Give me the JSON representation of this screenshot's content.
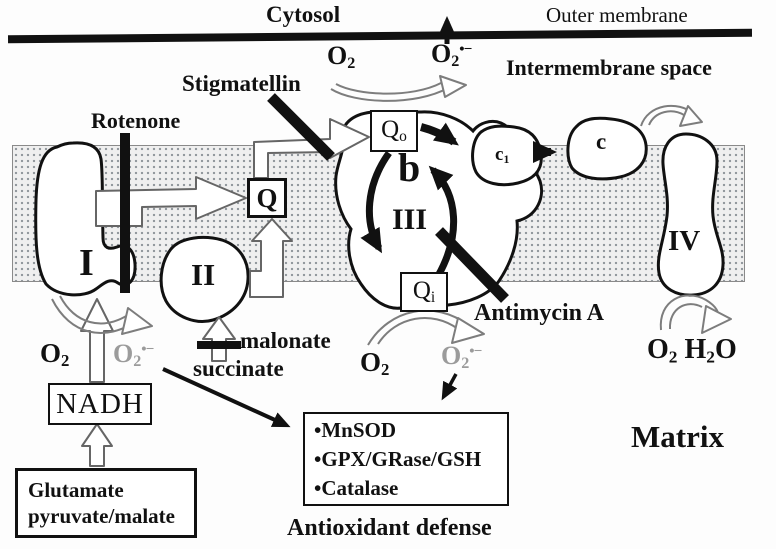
{
  "top_bar": {
    "cytosol": "Cytosol",
    "outer_membrane": "Outer membrane"
  },
  "regions": {
    "intermembrane_space": "Intermembrane space",
    "matrix": "Matrix"
  },
  "mol": {
    "o2": {
      "base": "O",
      "sub": "2"
    },
    "superoxide": {
      "base": "O",
      "sub": "2",
      "sup": "•−"
    },
    "h2o": {
      "base": "H",
      "sub": "2",
      "tail": "O"
    },
    "nadh": "NADH"
  },
  "inhibitors": {
    "rotenone": "Rotenone",
    "stigmatellin": "Stigmatellin",
    "antimycin_a": "Antimycin A",
    "malonate": "malonate"
  },
  "substrates": {
    "succinate": "succinate",
    "glutamate": "Glutamate",
    "pyruvate_malate": "pyruvate/malate"
  },
  "complexes": {
    "i": "I",
    "ii": "II",
    "iii": "III",
    "iv": "IV",
    "b": "b",
    "q": "Q",
    "qo": {
      "base": "Q",
      "sub": "o"
    },
    "qi": {
      "base": "Q",
      "sub": "i"
    },
    "cyt_c1": {
      "base": "c",
      "sub": "1"
    },
    "cyt_c": "c"
  },
  "antioxidant": {
    "bullet": "•",
    "items": [
      "MnSOD",
      "GPX/GRase/GSH",
      "Catalase"
    ],
    "caption": "Antioxidant defense"
  },
  "colors": {
    "ink": "#111111",
    "superoxide_gray": "#9b9b9b",
    "membrane_bg": "#efefef",
    "membrane_dot": "#8f959b"
  }
}
